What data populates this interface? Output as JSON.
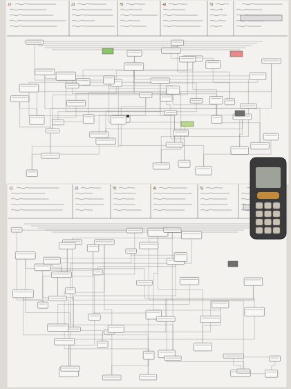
{
  "diagram": {
    "labels": [
      "1)",
      "2)",
      "3)",
      "4)",
      "5)",
      "1)",
      "2)",
      "3)",
      "4)",
      "5)"
    ]
  }
}
